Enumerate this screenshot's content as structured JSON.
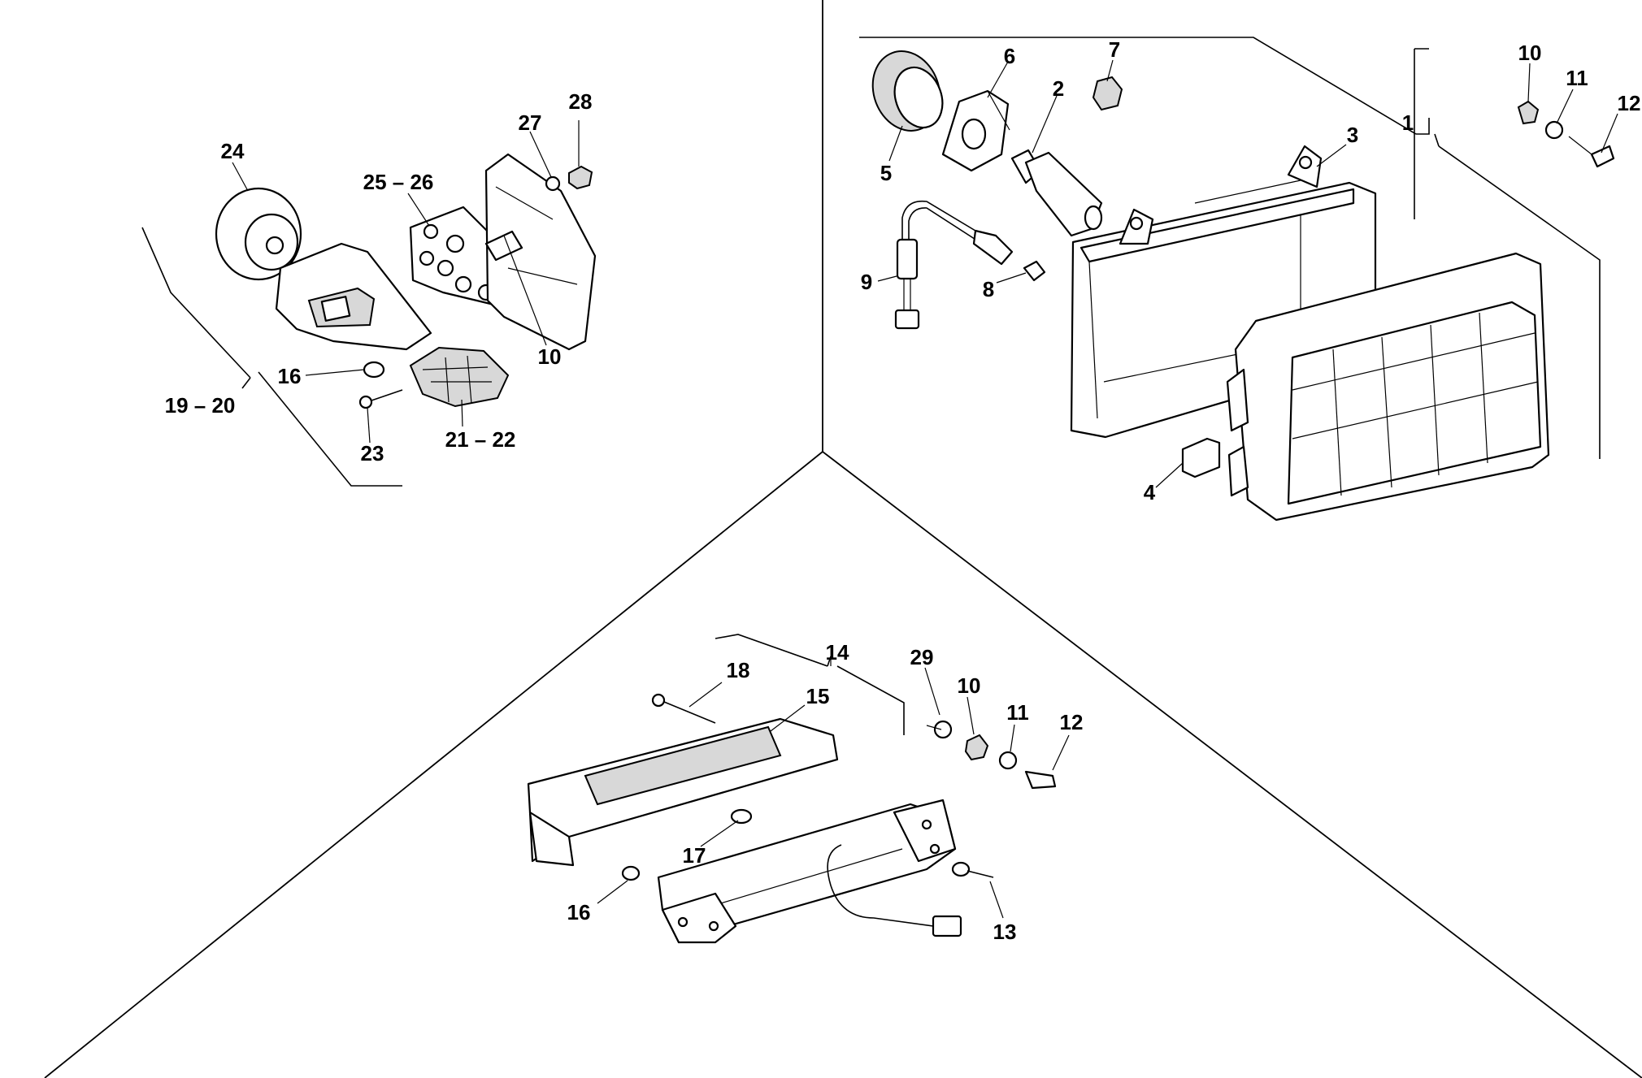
{
  "callouts": {
    "c1": "1",
    "c2": "2",
    "c3": "3",
    "c4": "4",
    "c5": "5",
    "c6": "6",
    "c7": "7",
    "c8": "8",
    "c9": "9",
    "c10_headlight": "10",
    "c11_headlight": "11",
    "c12_headlight": "12",
    "c10_turn": "10",
    "c10_tail": "10",
    "c11_tail": "11",
    "c12_tail": "12",
    "c13": "13",
    "c14": "14",
    "c15": "15",
    "c16_turn": "16",
    "c16_tail": "16",
    "c17": "17",
    "c18": "18",
    "c19_20": "19 – 20",
    "c21_22": "21 – 22",
    "c23": "23",
    "c24": "24",
    "c25_26": "25 – 26",
    "c27": "27",
    "c28": "28",
    "c29": "29"
  }
}
